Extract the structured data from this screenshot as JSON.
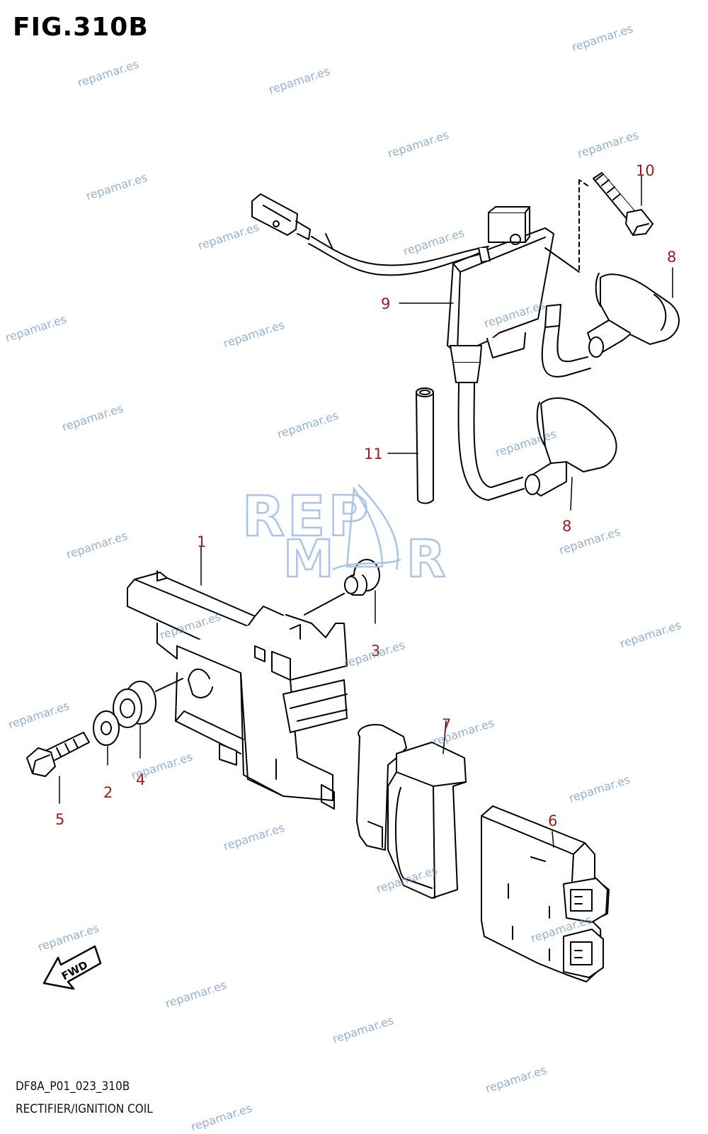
{
  "figure": {
    "title": "FIG.310B",
    "code": "DF8A_P01_023_310B",
    "description": "RECTIFIER/IGNITION COIL"
  },
  "callouts": [
    "1",
    "2",
    "3",
    "4",
    "5",
    "6",
    "7",
    "8",
    "8",
    "9",
    "10",
    "11"
  ],
  "direction_badge": "FWD",
  "logo": {
    "line1": "REP",
    "line2_left": "M",
    "line2_right": "R"
  },
  "watermark": "repamar.es",
  "colors": {
    "callout": "#9b1c1c",
    "line_art": "#000000",
    "watermark": "#6f95c9",
    "logo": "#a9c4e6"
  }
}
